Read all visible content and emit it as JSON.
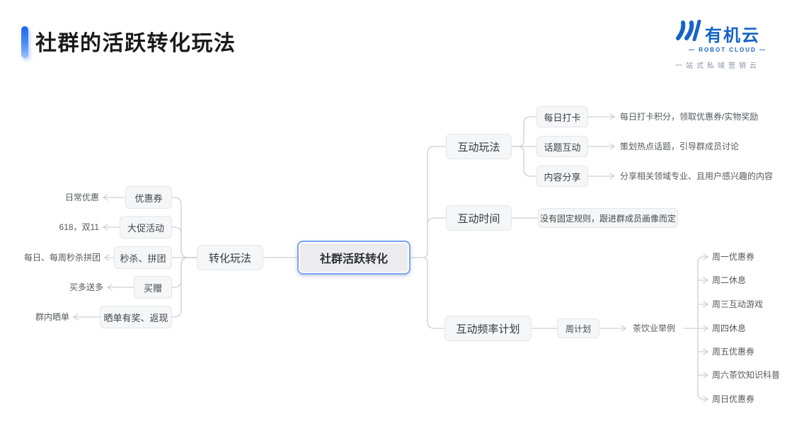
{
  "header": {
    "title": "社群的活跃转化玩法",
    "accent_color": "#2f7bf2"
  },
  "logo": {
    "brand": "有机云",
    "subtitle": "— ROBOT CLOUD —",
    "tagline": "一站式私域营销云",
    "color": "#1563c6"
  },
  "mindmap": {
    "root": {
      "label": "社群活跃转化"
    },
    "left": {
      "label": "转化玩法",
      "children": [
        {
          "label": "优惠券",
          "note": "日常优惠"
        },
        {
          "label": "大促活动",
          "note": "618，双11"
        },
        {
          "label": "秒杀、拼团",
          "note": "每日、每周秒杀拼团"
        },
        {
          "label": "买赠",
          "note": "买多送多"
        },
        {
          "label": "晒单有奖、返现",
          "note": "群内晒单"
        }
      ]
    },
    "right": [
      {
        "label": "互动玩法",
        "children": [
          {
            "label": "每日打卡",
            "note": "每日打卡积分，领取优惠券/实物奖励"
          },
          {
            "label": "话题互动",
            "note": "策划热点话题，引导群成员讨论"
          },
          {
            "label": "内容分享",
            "note": "分享相关领域专业、且用户感兴趣的内容"
          }
        ]
      },
      {
        "label": "互动时间",
        "children": [
          {
            "label": "没有固定规则，跟进群成员画像而定"
          }
        ]
      },
      {
        "label": "互动频率计划",
        "children": [
          {
            "label": "周计划",
            "note": "茶饮业举例"
          }
        ],
        "week_plan": [
          "周一优惠券",
          "周二休息",
          "周三互动游戏",
          "周四休息",
          "周五优惠券",
          "周六茶饮知识科普",
          "周日优惠券"
        ]
      }
    ]
  }
}
